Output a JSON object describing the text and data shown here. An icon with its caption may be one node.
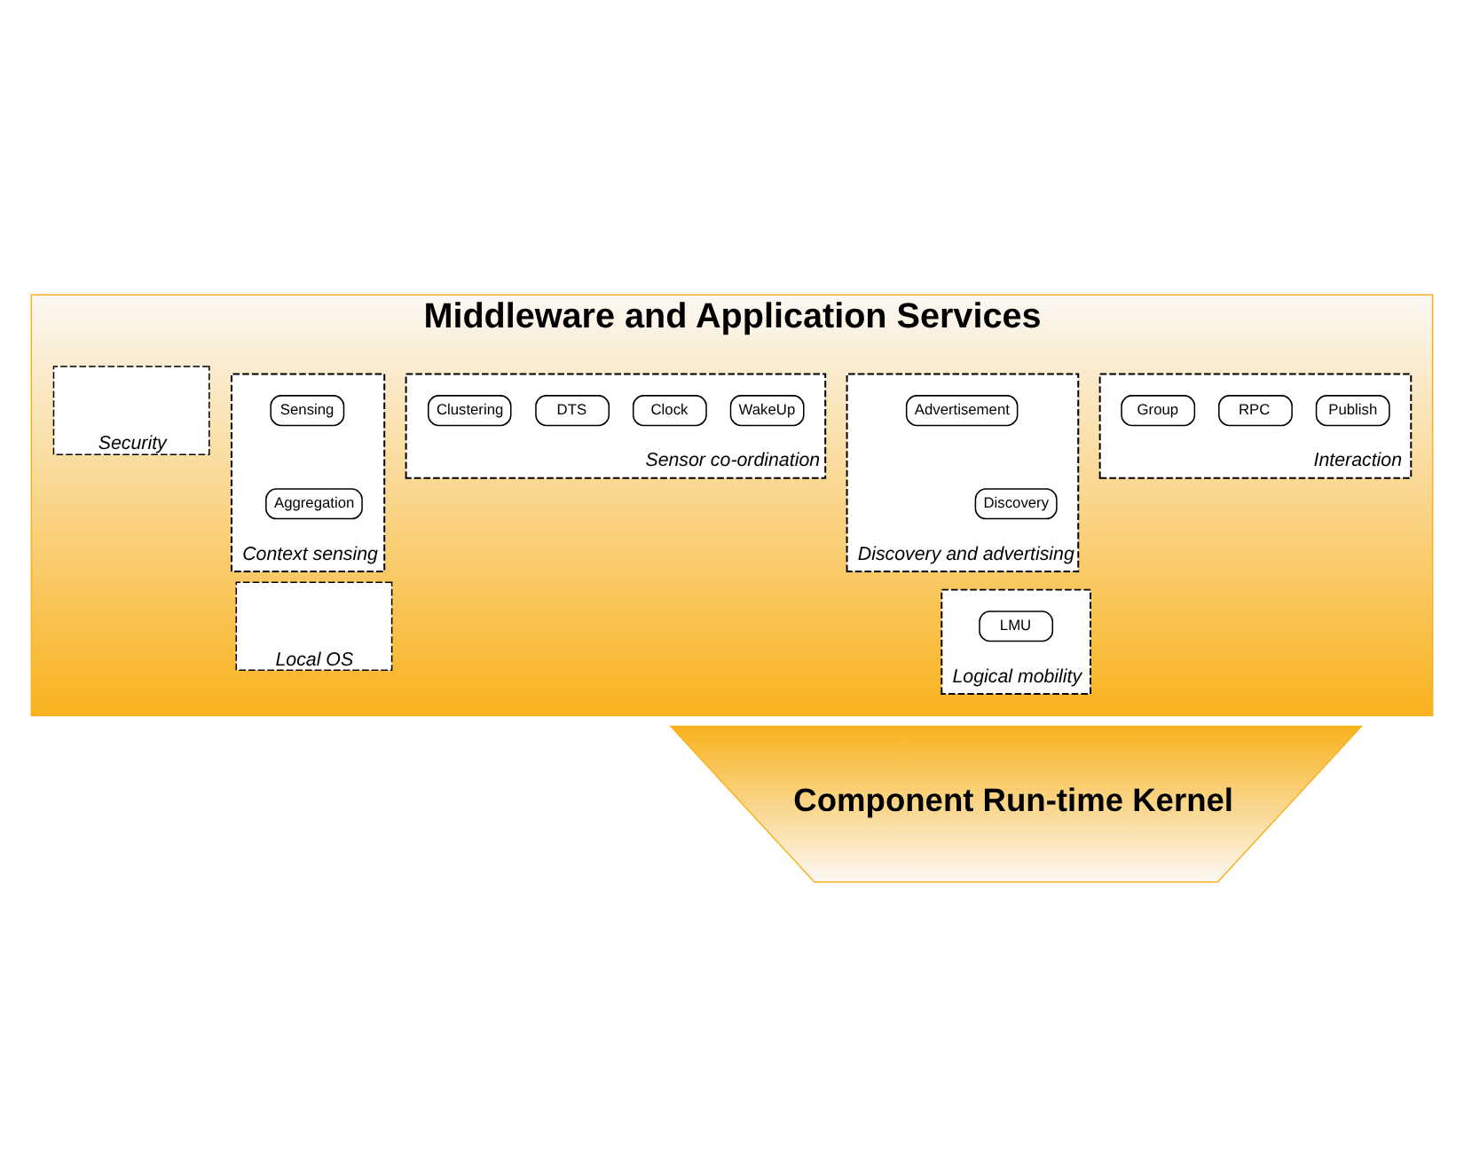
{
  "diagram": {
    "nodes": [
      {
        "text": [
          "Middleware and Application Services"
        ]
      },
      {
        "text": [
          "Interaction"
        ],
        "in": 0
      },
      {
        "text": [
          "Publish"
        ],
        "in": 1
      },
      {
        "text": [
          "RPC"
        ],
        "in": 1
      },
      {
        "text": [
          "Group"
        ],
        "in": 1
      },
      {
        "text": [
          "Sensor co-ordination"
        ],
        "in": 0
      },
      {
        "text": [
          "WakeUp"
        ],
        "in": 5
      },
      {
        "text": [
          "Clock"
        ],
        "in": 5
      },
      {
        "text": [
          "DTS"
        ],
        "in": 5
      },
      {
        "text": [
          "Clustering"
        ],
        "in": 5
      },
      {
        "text": [
          "Discovery and advertising"
        ],
        "in": 0
      },
      {
        "text": [
          "Discovery"
        ],
        "in": 10
      },
      {
        "text": [
          "Advertisement"
        ],
        "in": 10
      },
      {
        "text": [
          "Context sensing"
        ],
        "in": 0
      },
      {
        "text": [
          "Aggregation"
        ],
        "in": 13
      },
      {
        "text": [
          "Sensing"
        ],
        "in": 13
      },
      {
        "text": [
          "Logical mobility"
        ],
        "in": 0
      },
      {
        "text": [
          "LMU"
        ],
        "in": 16
      },
      {
        "text": [
          "Local OS"
        ],
        "in": 0
      },
      {
        "text": [
          "Security"
        ],
        "in": 0
      },
      {
        "text": [
          "Component Run-time Kernel"
        ]
      }
    ],
    "edges": []
  }
}
